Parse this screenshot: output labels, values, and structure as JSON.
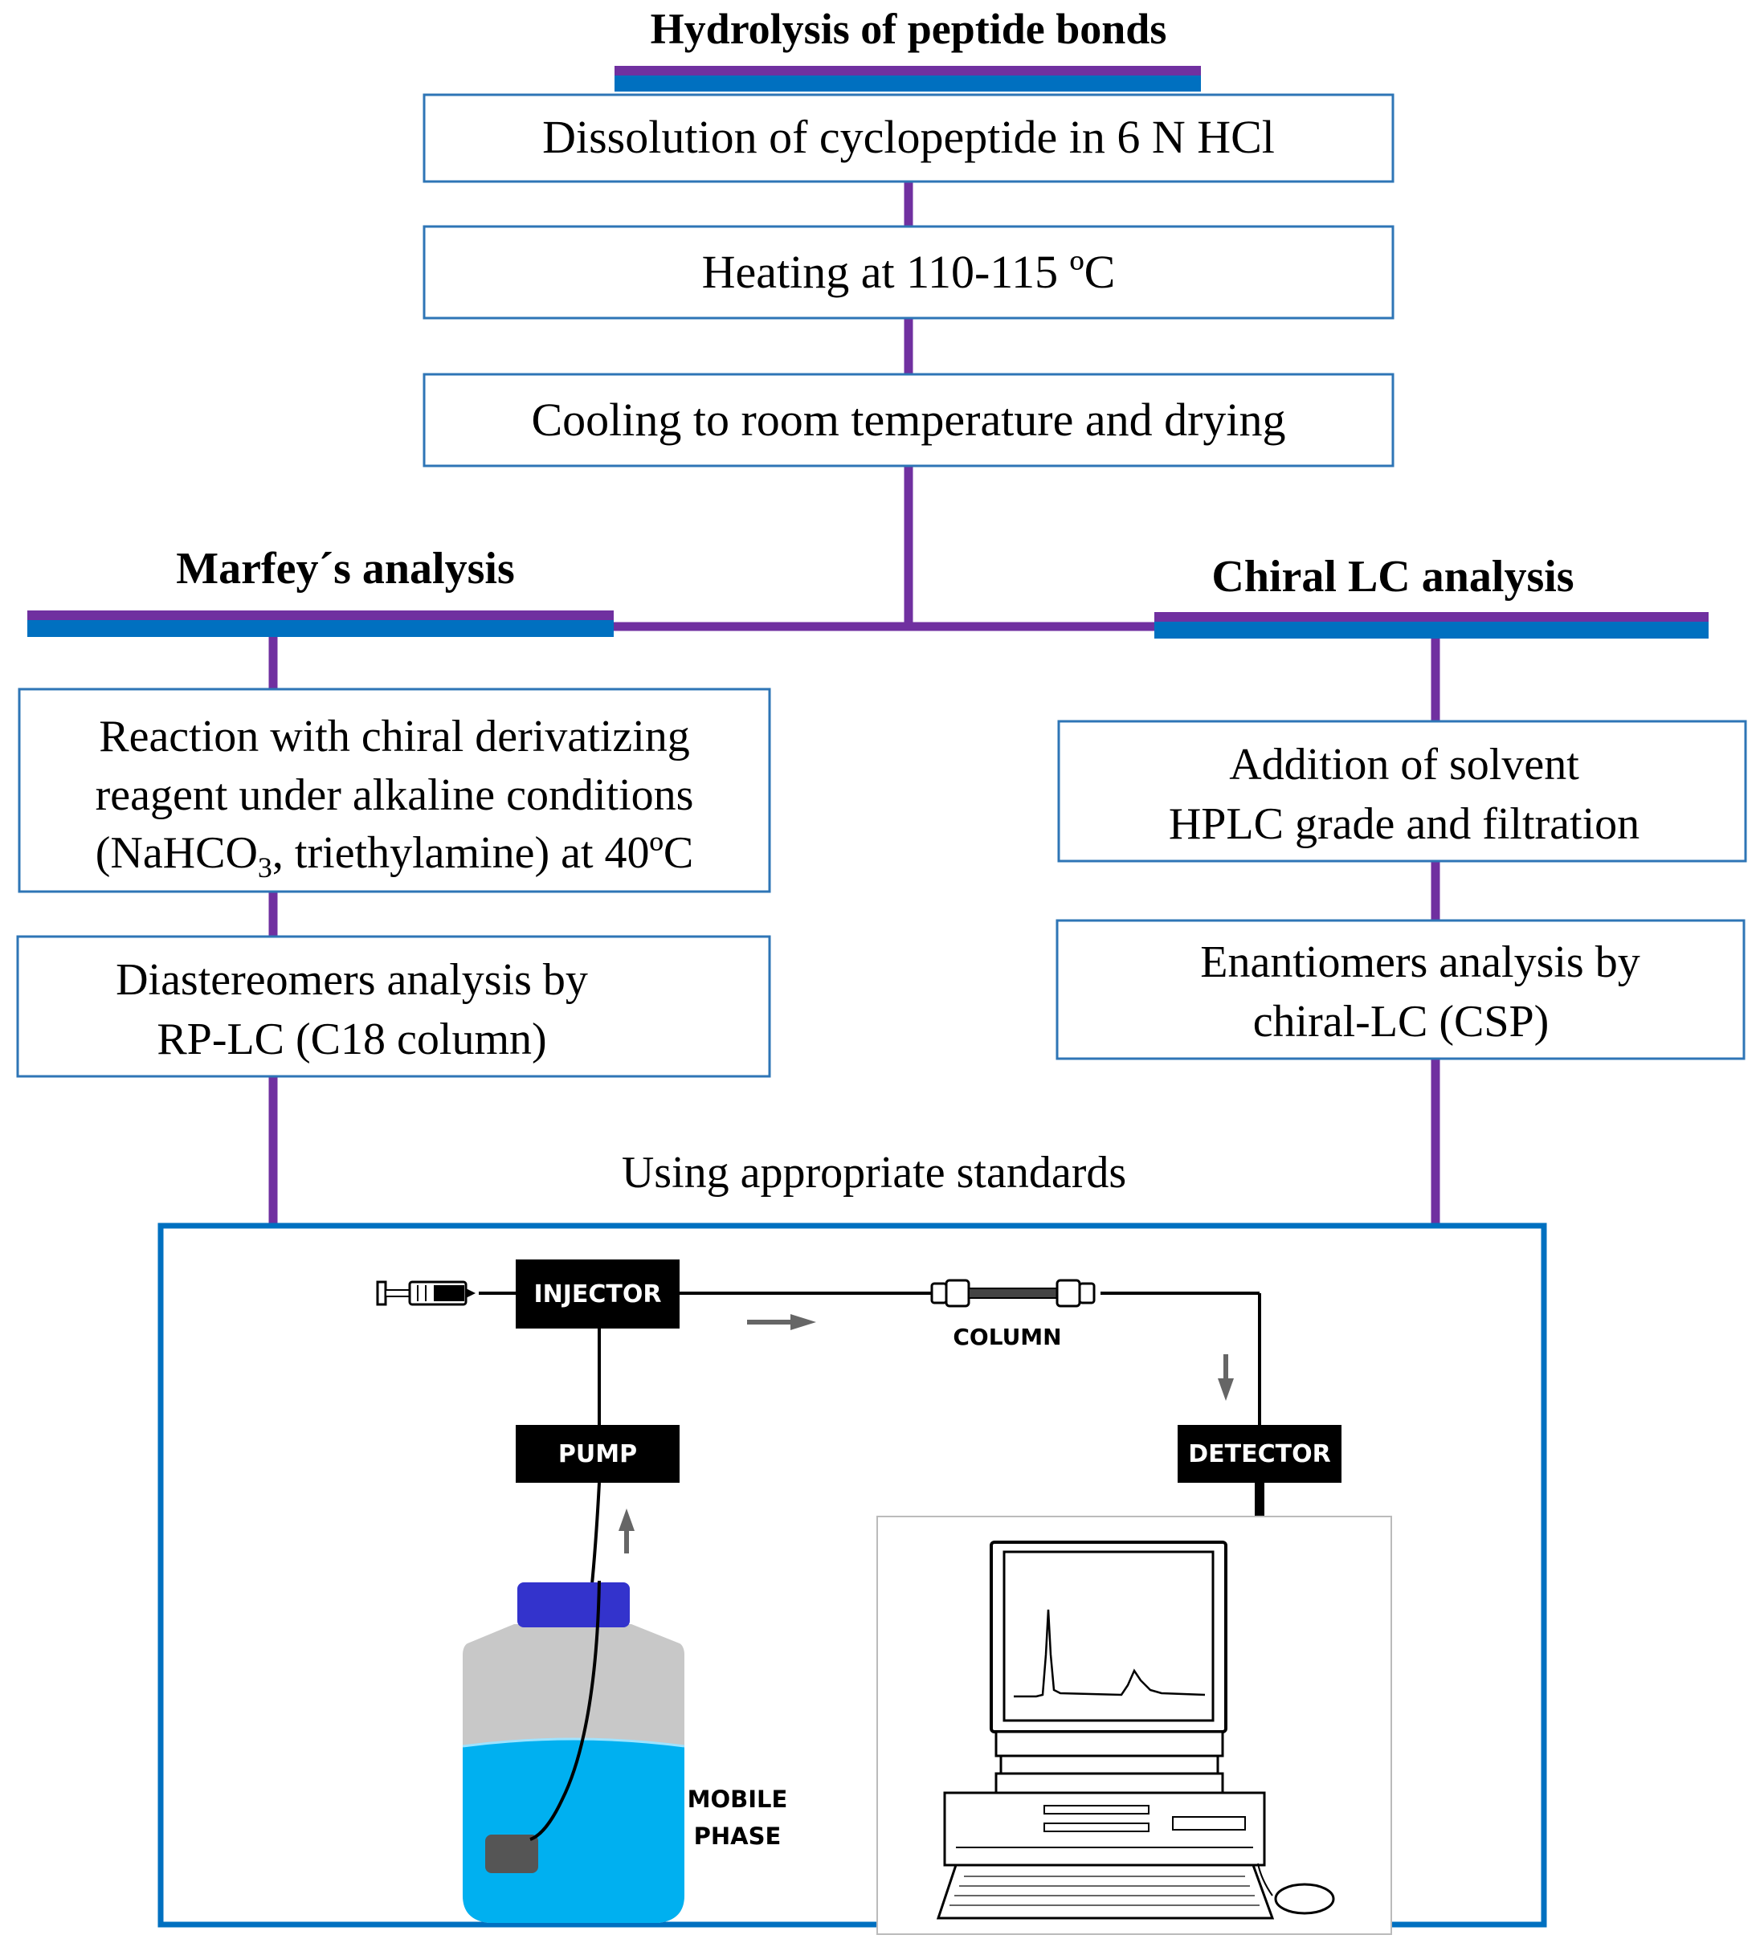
{
  "colors": {
    "connector": "#7030a0",
    "heading_bar": "#0070c0",
    "box_border": "#2e75b6",
    "equipment_box": "#0070c0",
    "instrument_label_bg": "#000000",
    "solvent": "#00b0f0",
    "bottle_cap": "#3333cc"
  },
  "top": {
    "heading": "Hydrolysis of peptide bonds",
    "steps": [
      "Dissolution of cyclopeptide in 6 N HCl",
      "Heating at 110-115 ºC",
      "Cooling to room temperature and drying"
    ]
  },
  "left": {
    "heading": "Marfey´s analysis",
    "step1": {
      "line1": "Reaction with chiral derivatizing",
      "line2": "reagent under alkaline conditions",
      "line3_pre": "(NaHCO",
      "line3_sub": "3",
      "line3_post": ", triethylamine) at 40ºC"
    },
    "step2": {
      "line1": "Diastereomers analysis by",
      "line2": "RP-LC (C18 column)"
    }
  },
  "right": {
    "heading": "Chiral LC analysis",
    "step1": {
      "line1": "Addition of solvent",
      "line2": "HPLC grade and filtration"
    },
    "step2": {
      "line1": "Enantiomers analysis by",
      "line2": "chiral-LC (CSP)"
    }
  },
  "standards_label": "Using appropriate standards",
  "instrument": {
    "injector": "INJECTOR",
    "pump": "PUMP",
    "column": "COLUMN",
    "detector": "DETECTOR",
    "mobile_phase_line1": "MOBILE",
    "mobile_phase_line2": "PHASE",
    "icons": [
      "syringe-icon",
      "column-icon",
      "solvent-bottle-icon",
      "computer-icon",
      "flow-arrow-icon"
    ]
  }
}
